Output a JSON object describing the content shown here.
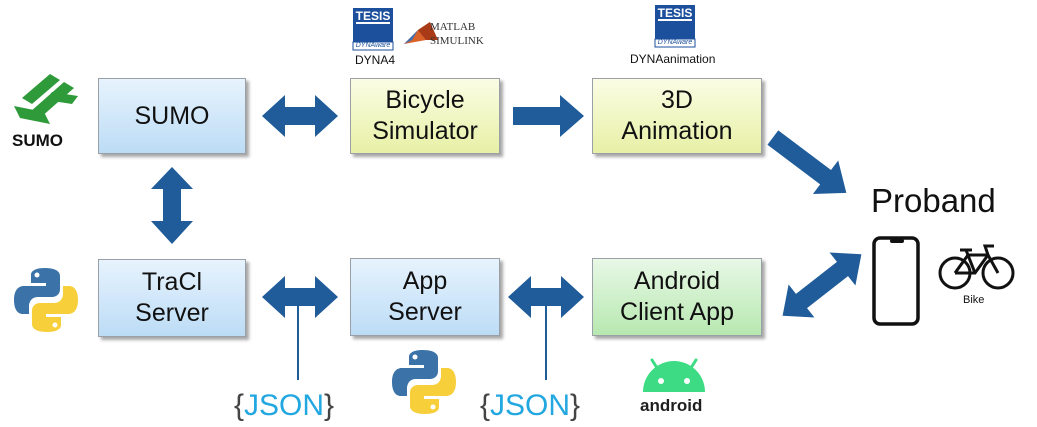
{
  "colors": {
    "arrow": "#1f5c99",
    "blue_box": "#cfe6f9",
    "yellow_box": "#f1f6c4",
    "green_box": "#cdeec8",
    "json": "#22a7e0",
    "android": "#3ddc84",
    "python_blue": "#3b73a8",
    "python_yellow": "#f7cf3b",
    "sumo": "#2f9a3a"
  },
  "boxes": {
    "sumo": "SUMO",
    "bicycle_simulator": "Bicycle\nSimulator",
    "animation_3d": "3D\nAnimation",
    "traci_server": "TraCl\nServer",
    "app_server": "App\nServer",
    "android_client": "Android\nClient App"
  },
  "logos": {
    "sumo": "SUMO",
    "tesis_line1": "TESIS",
    "tesis_line2": "DYNAware",
    "matlab_line1": "MATLAB",
    "matlab_line2": "SIMULINK",
    "dyna4": "DYNA4",
    "dynaanimation": "DYNAanimation",
    "android": "android",
    "bike": "Bike"
  },
  "proband": "Proband",
  "json_left": {
    "open": "{",
    "text": "JSON",
    "close": "}"
  },
  "json_right": {
    "open": "{",
    "text": "JSON",
    "close": "}"
  }
}
